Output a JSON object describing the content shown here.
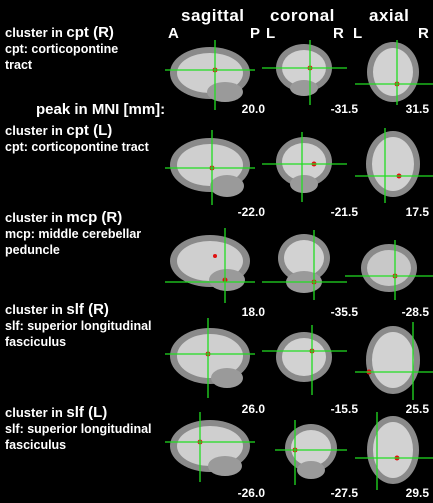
{
  "headers": {
    "sagittal": "sagittal",
    "coronal": "coronal",
    "axial": "axial"
  },
  "orientation": {
    "sag_left": "A",
    "sag_right": "P",
    "cor_left": "L",
    "cor_right": "R",
    "ax_left": "L",
    "ax_right": "R"
  },
  "peak_label": "peak in MNI [mm]:",
  "rows": [
    {
      "prefix": "cluster in ",
      "region": "cpt",
      "side": " (R)",
      "abbrev": "cpt:  corticopontine",
      "desc2": "tract",
      "sag": "20.0",
      "cor": "-31.5",
      "ax": "31.5"
    },
    {
      "prefix": "cluster in ",
      "region": "cpt",
      "side": " (L)",
      "abbrev": "cpt:  corticopontine tract",
      "desc2": "",
      "sag": "-22.0",
      "cor": "-21.5",
      "ax": "17.5"
    },
    {
      "prefix": "cluster in ",
      "region": "mcp",
      "side": " (R)",
      "abbrev": "mcp: middle cerebellar",
      "desc2": "peduncle",
      "sag": "18.0",
      "cor": "-35.5",
      "ax": "-28.5"
    },
    {
      "prefix": "cluster in ",
      "region": "slf",
      "side": " (R)",
      "abbrev": "slf:  superior longitudinal",
      "desc2": "fasciculus",
      "sag": "26.0",
      "cor": "-15.5",
      "ax": "25.5"
    },
    {
      "prefix": "cluster in ",
      "region": "slf",
      "side": " (L)",
      "abbrev": "slf:  superior longitudinal",
      "desc2": "fasciculus",
      "sag": "-26.0",
      "cor": "-27.5",
      "ax": "29.5"
    }
  ],
  "colors": {
    "crosshair": "#22dd22",
    "cluster": "#e01010",
    "background": "#000000"
  }
}
